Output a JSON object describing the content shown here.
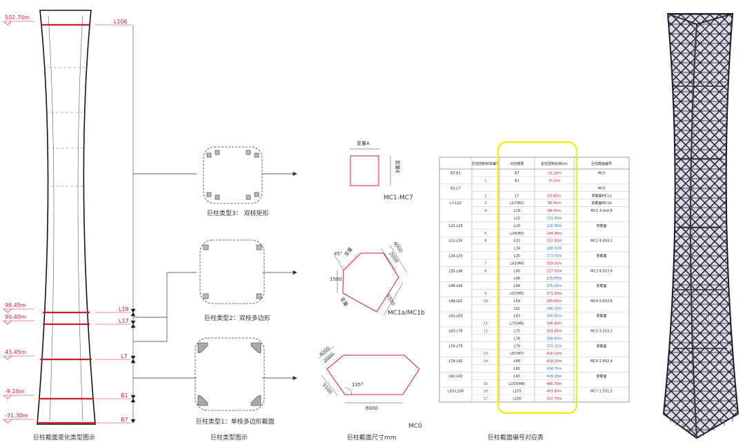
{
  "section1": {
    "caption": "巨柱截面变化类型图示",
    "elevations": [
      {
        "value": "502.70m",
        "level": "L106"
      },
      {
        "value": "98.45m",
        "level": "L19"
      },
      {
        "value": "90.40m",
        "level": "L17"
      },
      {
        "value": "43.45m",
        "level": "L7"
      },
      {
        "value": "-9.10m",
        "level": "B1"
      },
      {
        "value": "-31.30m",
        "level": "B7"
      }
    ]
  },
  "section2": {
    "caption": "巨柱类型图示",
    "type3": "巨柱类型3：  双枝矩形",
    "type2": "巨柱类型2：双枝多边形",
    "type1": "巨柱类型1：单枝多边形截面"
  },
  "section3": {
    "caption": "巨柱截面尺寸mm",
    "rect": {
      "top_label": "变量A",
      "side_label": "变量B",
      "name": "MC1-MC7"
    },
    "poly": {
      "d1": "4000",
      "d2": "2000",
      "d3": "1500",
      "d4": "5500",
      "angle": "45°",
      "var1": "变量",
      "var2": "变量",
      "name": "MC1a/MC1b"
    },
    "hex": {
      "d1": "4000",
      "d2": "2000",
      "d3": "5500",
      "width": "6000",
      "angle": "135°",
      "name": "MC0"
    }
  },
  "table": {
    "caption": "巨柱截面编号对应表",
    "headers": [
      "巨柱控制标高编号",
      "对应楼层",
      "巨柱控制标高(m)",
      "巨柱截面编号"
    ],
    "rows": [
      {
        "range": "B7-B1",
        "num": "",
        "floor": "B7",
        "elev": "-31.30m",
        "sec": "MC0"
      },
      {
        "range": "",
        "num": "1",
        "floor": "B1",
        "elev": "-9.10m",
        "sec": ""
      },
      {
        "range": "B1-L7",
        "num": "",
        "floor": "",
        "elev": "",
        "sec": "MC0"
      },
      {
        "range": "",
        "num": "2",
        "floor": "L7",
        "elev": "43.45m",
        "sec": "变截面MC1a"
      },
      {
        "range": "L7-L22",
        "num": "3",
        "floor": "L17(M2)",
        "elev": "90.40m",
        "sec": "变截面MC1b"
      },
      {
        "range": "",
        "num": "4",
        "floor": "L19",
        "elev": "98.45m",
        "sec": "MC1 4.0x4.8"
      },
      {
        "range": "",
        "num": "",
        "floor": "L22",
        "elev": "111.95m",
        "sec": ""
      },
      {
        "range": "L22-L23",
        "num": "",
        "floor": "L23",
        "elev": "116.45m",
        "sec": "变截面"
      },
      {
        "range": "",
        "num": "5",
        "floor": "L29(M3)",
        "elev": "144.90m",
        "sec": ""
      },
      {
        "range": "L23-L34",
        "num": "6",
        "floor": "L31",
        "elev": "152.95m",
        "sec": "MC2 4.0X4.2"
      },
      {
        "range": "",
        "num": "",
        "floor": "L34",
        "elev": "168.55m",
        "sec": ""
      },
      {
        "range": "L34-L35",
        "num": "",
        "floor": "L35",
        "elev": "173.05m",
        "sec": "变截面"
      },
      {
        "range": "",
        "num": "7",
        "floor": "L43(M4)",
        "elev": "209.00m",
        "sec": ""
      },
      {
        "range": "L35-L48",
        "num": "8",
        "floor": "L45",
        "elev": "217.05m",
        "sec": "MC3 4.0X3.6"
      },
      {
        "range": "",
        "num": "",
        "floor": "L48",
        "elev": "230.55m",
        "sec": ""
      },
      {
        "range": "L48-L49",
        "num": "",
        "floor": "L49",
        "elev": "235.05m",
        "sec": "变截面"
      },
      {
        "range": "",
        "num": "9",
        "floor": "L57(M5)",
        "elev": "271.00m",
        "sec": ""
      },
      {
        "range": "L49-L62",
        "num": "10",
        "floor": "L59",
        "elev": "280.55m",
        "sec": "MC4 3.6X3.6"
      },
      {
        "range": "",
        "num": "",
        "floor": "L62",
        "elev": "296.15m",
        "sec": ""
      },
      {
        "range": "L62-L63",
        "num": "",
        "floor": "L63",
        "elev": "300.65m",
        "sec": "变截面"
      },
      {
        "range": "",
        "num": "11",
        "floor": "L73(M6)",
        "elev": "346.60m",
        "sec": ""
      },
      {
        "range": "L63-L78",
        "num": "12",
        "floor": "L75",
        "elev": "354.65m",
        "sec": "MC5 3.2X3.2"
      },
      {
        "range": "",
        "num": "",
        "floor": "L78",
        "elev": "368.60m",
        "sec": ""
      },
      {
        "range": "L78-L79",
        "num": "",
        "floor": "L79",
        "elev": "373.15m",
        "sec": "变截面"
      },
      {
        "range": "",
        "num": "13",
        "floor": "L87(M7)",
        "elev": "410.10m",
        "sec": ""
      },
      {
        "range": "L79-L92",
        "num": "14",
        "floor": "L89",
        "elev": "419.15m",
        "sec": "MC6  2.4X2.4"
      },
      {
        "range": "",
        "num": "",
        "floor": "L92",
        "elev": "434.75m",
        "sec": ""
      },
      {
        "range": "L92-L93",
        "num": "",
        "floor": "L93",
        "elev": "439.25m",
        "sec": "变截面"
      },
      {
        "range": "",
        "num": "15",
        "floor": "L103(M8)",
        "elev": "485.70m",
        "sec": ""
      },
      {
        "range": "L93-L106",
        "num": "16",
        "floor": "L105",
        "elev": "493.80m",
        "sec": "MC7 1.5X1.5"
      },
      {
        "range": "",
        "num": "17",
        "floor": "L106",
        "elev": "502.70m",
        "sec": ""
      }
    ]
  }
}
